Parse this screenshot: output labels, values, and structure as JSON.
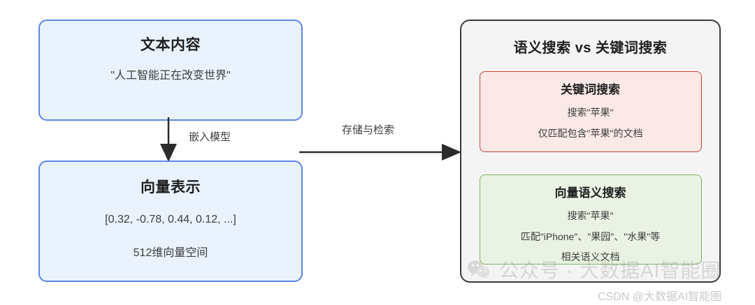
{
  "diagram": {
    "background": "#ffffff",
    "left_flow": {
      "nodes": [
        {
          "id": "text-content",
          "title": "文本内容",
          "lines": [
            "\"人工智能正在改变世界\""
          ],
          "fill": "#eaf3fd",
          "stroke": "#5b86e5"
        },
        {
          "id": "vector-representation",
          "title": "向量表示",
          "lines": [
            "[0.32, -0.78, 0.44, 0.12, ...]",
            "512维向量空间"
          ],
          "fill": "#eaf3fd",
          "stroke": "#5b86e5"
        }
      ],
      "arrows": [
        {
          "id": "embedding-arrow",
          "label": "嵌入模型",
          "direction": "down",
          "color": "#2b2b2b"
        },
        {
          "id": "store-retrieve-arrow",
          "label": "存储与检索",
          "direction": "right",
          "color": "#2b2b2b"
        }
      ]
    },
    "compare_panel": {
      "title": "语义搜索 vs 关键词搜索",
      "fill": "#f4f4f4",
      "stroke": "#3a3a3a",
      "cards": [
        {
          "id": "keyword-search",
          "title": "关键词搜索",
          "lines": [
            "搜索\"苹果\"",
            "仅匹配包含\"苹果\"的文档"
          ],
          "fill": "#fae9e7",
          "stroke": "#c8453a"
        },
        {
          "id": "vector-semantic-search",
          "title": "向量语义搜索",
          "lines": [
            "搜索\"苹果\"",
            "匹配\"iPhone\"、\"果园\"、\"水果\"等",
            "相关语义文档"
          ],
          "fill": "#e9f2e3",
          "stroke": "#82b366"
        }
      ]
    },
    "watermarks": {
      "wechat": "公众号 · 大数据AI智能圈",
      "csdn": "CSDN @大数据AI智能圈"
    }
  }
}
